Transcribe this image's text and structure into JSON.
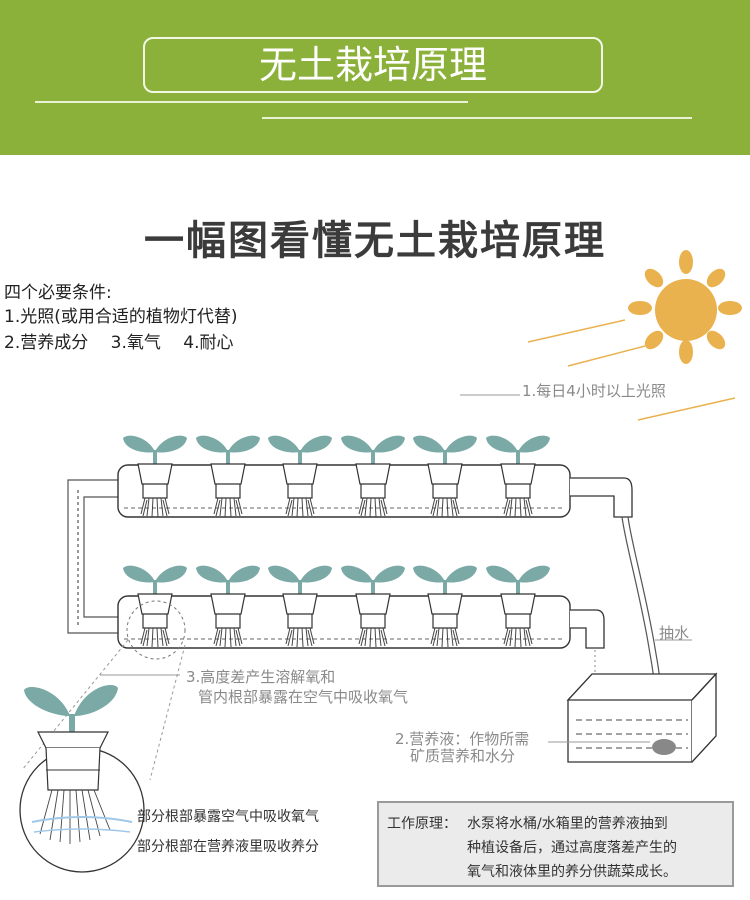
{
  "banner": {
    "title": "无土栽培原理"
  },
  "headline": "一幅图看懂无土栽培原理",
  "conditions": {
    "heading": "四个必要条件:",
    "line1": "1.光照(或用合适的植物灯代替)",
    "line2": "2.营养成分　 3.氧气　 4.耐心"
  },
  "labels": {
    "light": "1.每日4小时以上光照",
    "pump": "抽水",
    "oxygen_line1": "3.高度差产生溶解氧和",
    "oxygen_line2": "管内根部暴露在空气中吸收氧气",
    "nutrient_line1": "2.营养液：作物所需",
    "nutrient_line2": "矿质营养和水分",
    "root_air": "部分根部暴露空气中吸收氧气",
    "root_water": "部分根部在营养液里吸收养分"
  },
  "work_principle": {
    "label": "工作原理：",
    "line1": "水泵将水桶/水箱里的营养液抽到",
    "line2": "种植设备后，通过高度落差产生的",
    "line3": "氧气和液体里的养分供蔬菜成长。"
  },
  "colors": {
    "banner": "#8bb13b",
    "leaf": "#7aa9a6",
    "sun": "#e9b24f",
    "pipe_stroke": "#333333",
    "label_grey": "#8a8a8a"
  }
}
